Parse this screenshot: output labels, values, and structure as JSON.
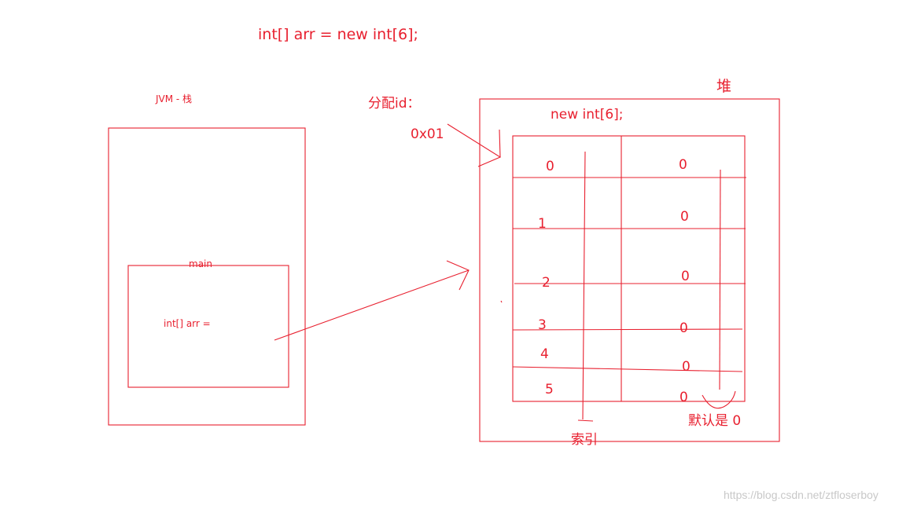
{
  "code_line": "int[] arr = new int[6];",
  "stack": {
    "title": "JVM - 栈",
    "frame_label": "main",
    "variable": "int[]  arr ="
  },
  "heap": {
    "title": "堆",
    "alloc_label": "分配id：",
    "address": "0x01",
    "new_expr": "new int[6];",
    "indices": [
      "0",
      "1",
      "2",
      "3",
      "4",
      "5"
    ],
    "values": [
      "0",
      "0",
      "0",
      "0",
      "0",
      "0"
    ],
    "index_caption": "索引",
    "default_caption": "默认是 0"
  },
  "watermark": "https://blog.csdn.net/ztfloserboy",
  "colors": {
    "ink": "#e8202f",
    "watermark": "#c8c8c8"
  }
}
